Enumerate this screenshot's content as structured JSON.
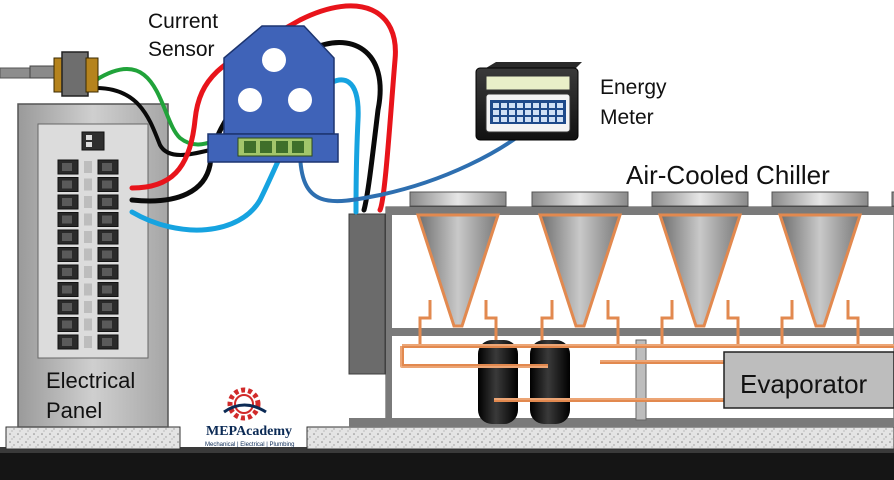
{
  "labels": {
    "current_sensor": [
      "Current",
      "Sensor"
    ],
    "energy_meter": [
      "Energy",
      "Meter"
    ],
    "chiller": "Air-Cooled Chiller",
    "panel": [
      "Electrical",
      "Panel"
    ],
    "evaporator": "Evaporator"
  },
  "logo": {
    "title": "MEPAcademy",
    "subtitle": "Mechanical | Electrical | Plumbing"
  },
  "colors": {
    "red_wire": "#e8141b",
    "black_wire": "#0a0a0a",
    "blue_wire": "#16a3e0",
    "green_wire": "#21a33a",
    "meter_wire": "#2e6fb0",
    "sensor_body": "#3f63b8",
    "copper": "#e2894f",
    "brand_red": "#d12a2a",
    "brand_navy": "#0b2a55"
  },
  "icons": [
    "transformer-icon",
    "current-sensor-icon",
    "energy-meter-icon",
    "gear-logo-icon"
  ]
}
